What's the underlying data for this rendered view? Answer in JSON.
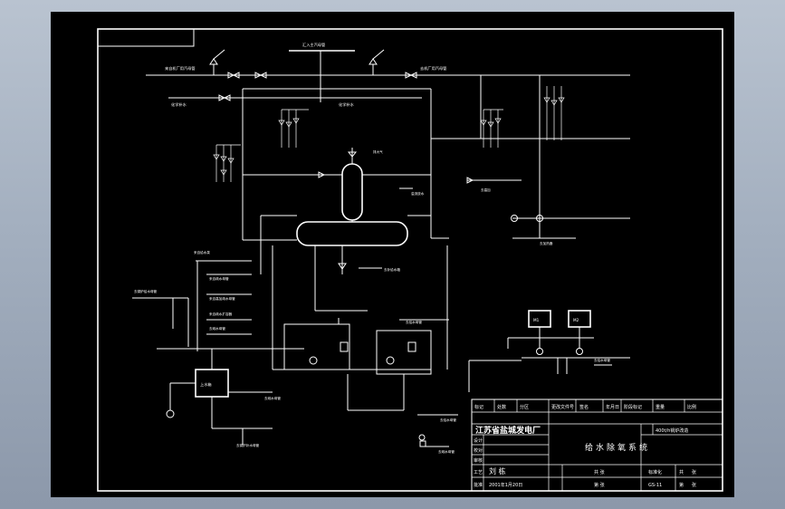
{
  "labels": {
    "top_header": "汇入主汽母管",
    "aux_steam_left": "来自机厂用汽母管",
    "aux_steam_right": "去机厂用汽母管",
    "chem_water_top": "化学补水",
    "chem_water_mid": "化学补水",
    "vent_top": "排大气",
    "overflow": "溢流放水",
    "to_boiler": "去锅炉给水母管",
    "from_pump": "来自给水泵",
    "makeup_tank_supply": "去补给水箱",
    "recirc_1": "来自疏水母管",
    "recirc_2": "来自高加疏水母管",
    "recirc_3": "来自疏水扩容器",
    "recirc_4": "去疏水母管",
    "to_drain_header": "去疏水母管",
    "drain_water_pump": "去疏水母管",
    "water_tank": "上水箱",
    "tank_outlet": "去锅炉补水母管",
    "pump_outlet": "去给水母管",
    "pump_side": "去给水母管",
    "heater_label": "去加热器",
    "right_branch": "去高加",
    "right_side_bottom": "去给水母管"
  },
  "motors": [
    "M1",
    "M2"
  ],
  "title_block": {
    "header_cols": [
      "标记",
      "处数",
      "分区",
      "更改文件号",
      "签名",
      "年月日",
      "阶段标记",
      "重量",
      "比例"
    ],
    "company": "江苏省盐城发电厂",
    "project": "400t/h锅炉改造",
    "drawing_title": "给水除氧系统",
    "row_labels": [
      "设计",
      "校对",
      "审核",
      "工艺",
      "标准化",
      "批准"
    ],
    "signature": "刘 栋",
    "date": "2001年1月20日",
    "sheet_label": "共 张",
    "sheet_no": "第 张",
    "drawing_no": "GS-11",
    "bottom_marks": [
      "共",
      "张",
      "第",
      "张"
    ]
  }
}
